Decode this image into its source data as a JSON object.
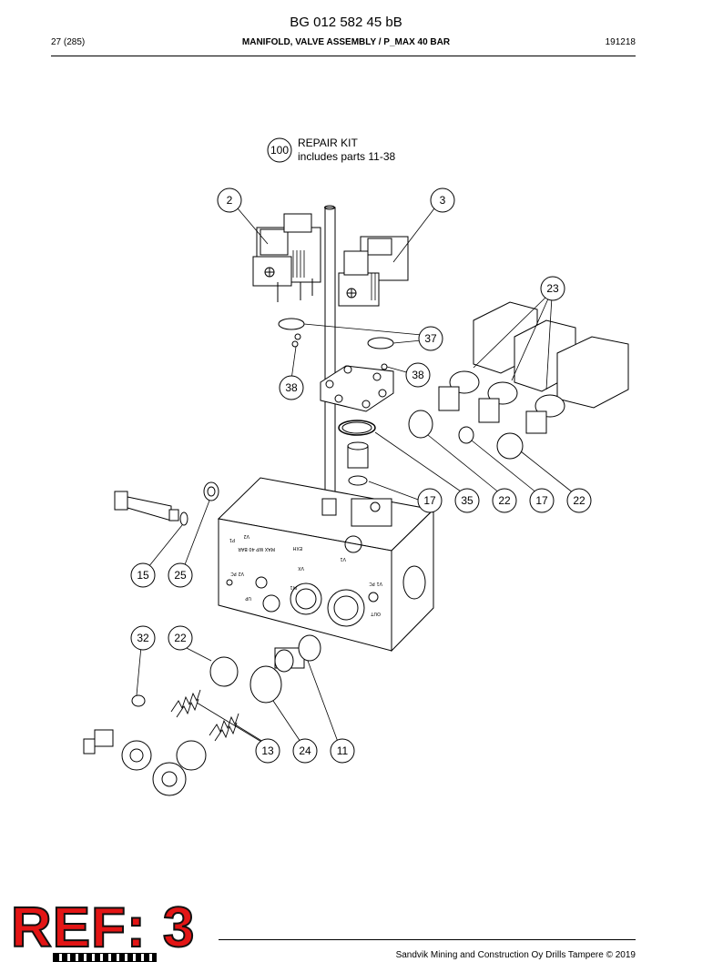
{
  "document": {
    "code": "BG 012 582 45 bB",
    "page": "27 (285)",
    "title": "MANIFOLD, VALVE ASSEMBLY / P_MAX 40 BAR",
    "date": "191218"
  },
  "repair_kit": {
    "number": "100",
    "title": "REPAIR KIT",
    "note": "includes parts 11-38"
  },
  "callouts": [
    "2",
    "3",
    "23",
    "37",
    "38",
    "38",
    "17",
    "35",
    "22",
    "17",
    "22",
    "15",
    "25",
    "32",
    "22",
    "13",
    "24",
    "11"
  ],
  "block_labels": [
    "P1",
    "V2",
    "MAX WP 40 BAR",
    "EXH",
    "V1",
    "V2 PC",
    "V1 PC",
    "M1",
    "UP",
    "VX",
    "OUT"
  ],
  "stamp": "REF: 3",
  "footer": {
    "copyright": "Sandvik Mining and Construction Oy Drills Tampere © 2019"
  }
}
